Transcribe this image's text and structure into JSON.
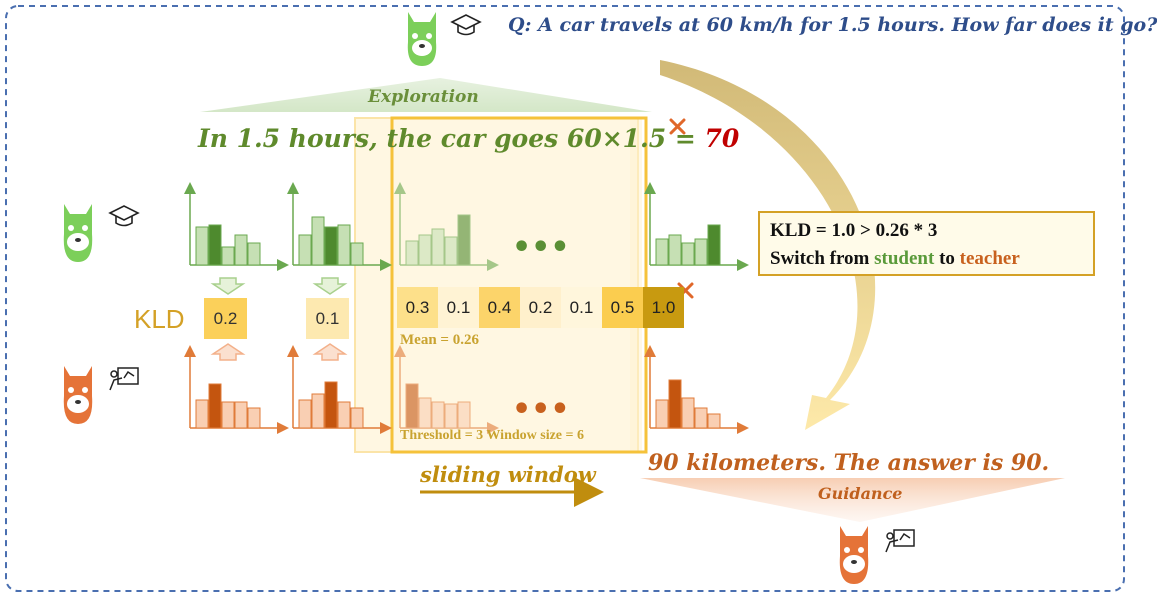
{
  "question": "Q: A car travels at 60 km/h for 1.5 hours. How far does it go?",
  "exploration_label": "Exploration",
  "student_answer": {
    "prefix": "In 1.5 hours, the car goes 60×1.5 = ",
    "wrong": "70"
  },
  "wrong_mark": "×",
  "kld_label": "KLD",
  "kld_values": [
    "0.2",
    "0.1"
  ],
  "window_values": [
    "0.3",
    "0.1",
    "0.4",
    "0.2",
    "0.1",
    "0.5",
    "1.0"
  ],
  "window_colors": [
    "#fde08a",
    "#fff3d4",
    "#fcd46a",
    "#fff0cc",
    "#fff6dc",
    "#fbcd4f",
    "#c89a10"
  ],
  "mean_label": "Mean = 0.26",
  "threshold_label": "Threshold = 3 Window size = 6",
  "sliding_label": "sliding window",
  "callout": {
    "line1": "KLD = 1.0 > 0.26 * 3",
    "line2_prefix": "Switch from ",
    "student": "student",
    "to": " to ",
    "teacher": "teacher"
  },
  "teacher_answer": "90 kilometers. The answer is 90.",
  "guidance_label": "Guidance",
  "ellipsis": "•••",
  "colors": {
    "student": "#6abf4b",
    "teacher": "#e06a2c",
    "accent": "#d4a126",
    "border": "#4a6fb0"
  },
  "icons": [
    "student-llama-icon",
    "teacher-llama-icon",
    "graduation-cap-icon",
    "teacher-board-icon",
    "cross-icon",
    "arrow-down-icon",
    "arrow-up-icon",
    "curved-arrow-icon"
  ]
}
